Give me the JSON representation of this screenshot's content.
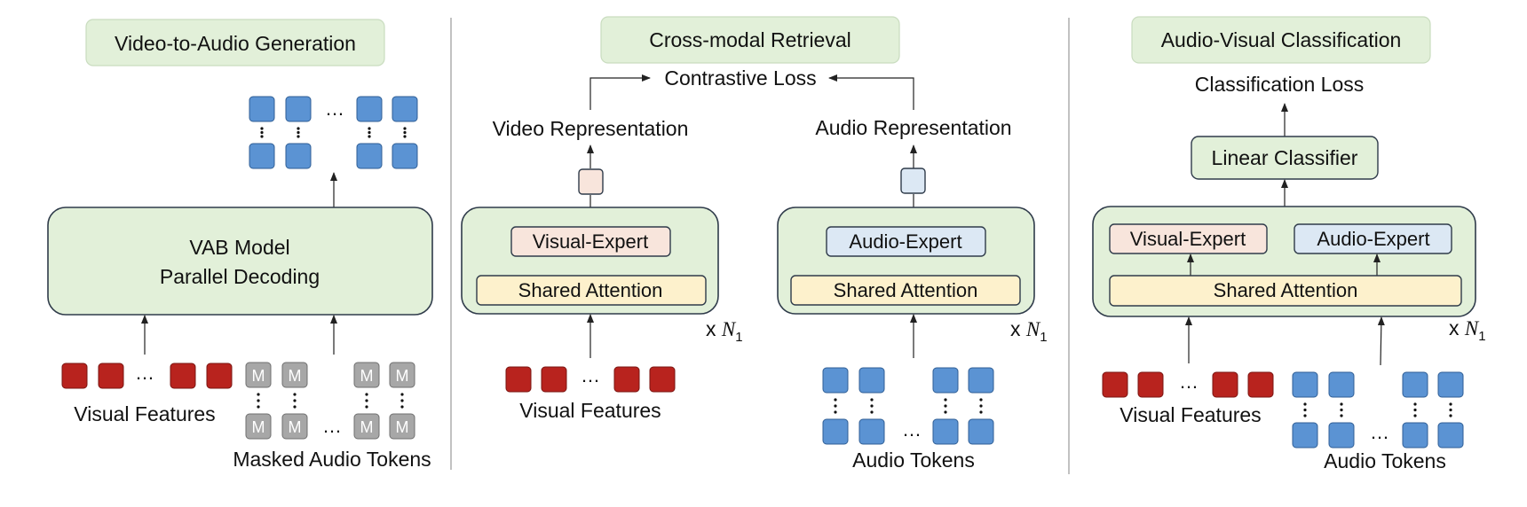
{
  "panels": {
    "v2a": {
      "title": "Video-to-Audio Generation",
      "model_line1": "VAB Model",
      "model_line2": "Parallel Decoding",
      "visual_label": "Visual Features",
      "masked_label": "Masked Audio Tokens",
      "mask_letter": "M",
      "ellipsis": "…"
    },
    "retrieval": {
      "title": "Cross-modal Retrieval",
      "loss": "Contrastive Loss",
      "video_rep": "Video Representation",
      "audio_rep": "Audio Representation",
      "visual_expert": "Visual-Expert",
      "audio_expert": "Audio-Expert",
      "shared_attention": "Shared Attention",
      "repeat": "x",
      "repeat_var": "N",
      "repeat_sub": "1",
      "visual_label": "Visual Features",
      "audio_label": "Audio Tokens",
      "ellipsis": "…"
    },
    "classification": {
      "title": "Audio-Visual Classification",
      "loss": "Classification Loss",
      "classifier": "Linear Classifier",
      "visual_expert": "Visual-Expert",
      "audio_expert": "Audio-Expert",
      "shared_attention": "Shared Attention",
      "repeat": "x",
      "repeat_var": "N",
      "repeat_sub": "1",
      "visual_label": "Visual Features",
      "audio_label": "Audio Tokens",
      "ellipsis": "…"
    }
  },
  "colors": {
    "visual_token": "#b8231e",
    "audio_token": "#5b93d3",
    "mask_token": "#a7a7a7",
    "module_green": "#e2f0d9",
    "expert_visual": "#f8e5dc",
    "expert_audio": "#dce8f4",
    "shared_attention": "#fdf1cc"
  }
}
